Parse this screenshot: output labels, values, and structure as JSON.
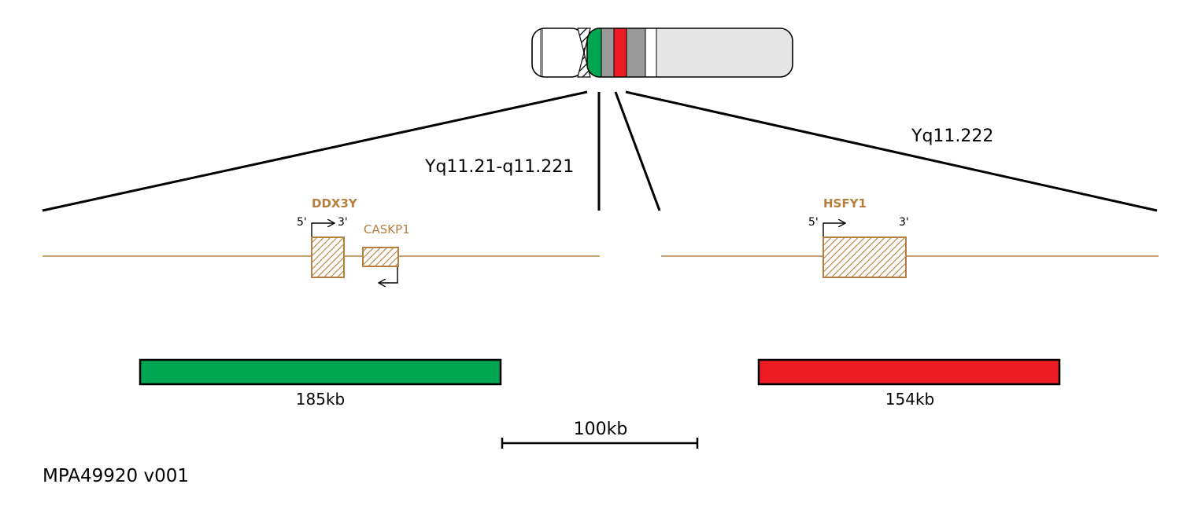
{
  "regions": {
    "left_band": "Yq11.21-q11.221",
    "right_band": "Yq11.222"
  },
  "genes": {
    "ddx3y": {
      "name": "DDX3Y",
      "five_prime": "5'",
      "three_prime": "3'"
    },
    "caskp1": {
      "name": "CASKP1"
    },
    "hsfy1": {
      "name": "HSFY1",
      "five_prime": "5'",
      "three_prime": "3'"
    }
  },
  "probes": {
    "green": {
      "size_label": "185kb",
      "color": "#00a651"
    },
    "red": {
      "size_label": "154kb",
      "color": "#ed1c24"
    }
  },
  "scale_bar": {
    "label": "100kb"
  },
  "product_code": "MPA49920 v001",
  "colors": {
    "gene": "#b5803f",
    "chromosome_fill": "#e6e6e6",
    "band_gray": "#999999",
    "band_dark": "#8c8c8c"
  }
}
